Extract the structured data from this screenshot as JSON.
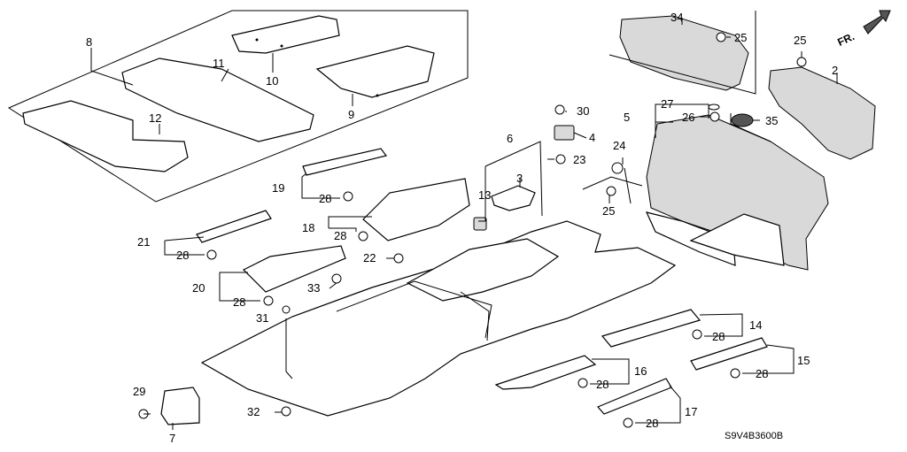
{
  "diagram": {
    "callouts": [
      "2",
      "3",
      "4",
      "5",
      "6",
      "7",
      "8",
      "9",
      "10",
      "11",
      "12",
      "13",
      "14",
      "15",
      "16",
      "17",
      "18",
      "19",
      "20",
      "21",
      "22",
      "23",
      "24",
      "25",
      "26",
      "27",
      "28",
      "29",
      "30",
      "31",
      "32",
      "33",
      "34",
      "35"
    ],
    "direction_label": "FR.",
    "diagram_code": "S9V4B3600B"
  }
}
